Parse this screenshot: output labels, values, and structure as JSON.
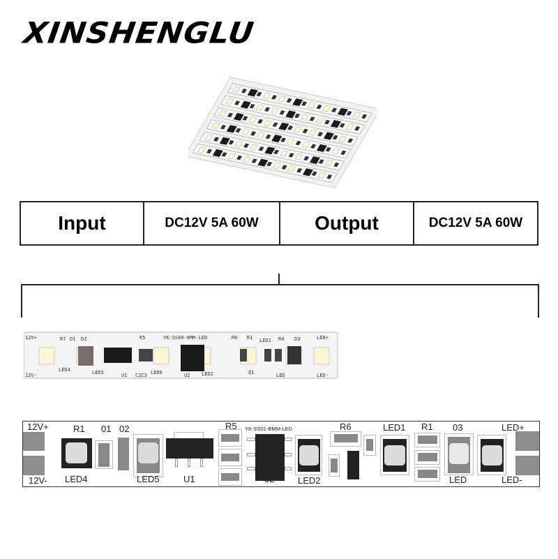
{
  "brand": {
    "logo_text": "XINSHENGLU"
  },
  "spec_table": {
    "input_label": "Input",
    "input_value": "DC12V 5A 60W",
    "output_label": "Output",
    "output_value": "DC12V 5A 60W"
  },
  "photo_strip": {
    "labels": [
      "12V+",
      "12V-",
      "R7",
      "D1",
      "D2",
      "LED4",
      "LED5",
      "U1",
      "R5",
      "C2C3",
      "LED6",
      "YK-SS04-8MM-LED",
      "U2",
      "LED2",
      "R6",
      "R1",
      "Q1",
      "LED1",
      "R4",
      "D3",
      "LED",
      "LED+",
      "LED-"
    ]
  },
  "diagram": {
    "v_plus": "12V+",
    "v_minus": "12V-",
    "r1_left": "R1",
    "d01": "01",
    "d02": "02",
    "led4": "LED4",
    "led5": "LED5",
    "u1": "U1",
    "r5": "R5",
    "model": "YK-SS01-BMM-LED",
    "ic02": "02",
    "led2": "LED2",
    "r6": "R6",
    "led1": "LED1",
    "r1_right": "R1",
    "d03": "03",
    "led": "LED",
    "led_plus": "LED+",
    "led_minus": "LED-"
  },
  "colors": {
    "led_white": "#fdf6d8",
    "pcb_white": "#f4f4f4",
    "component_black": "#1a1a1a"
  }
}
